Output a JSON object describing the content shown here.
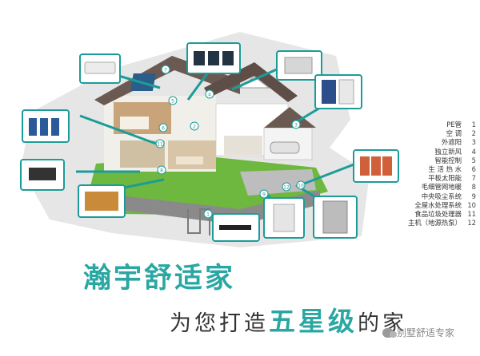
{
  "legend": [
    {
      "label": "PE管",
      "num": "1"
    },
    {
      "label": "空 调",
      "num": "2"
    },
    {
      "label": "外遮阳",
      "num": "3"
    },
    {
      "label": "独立新风",
      "num": "4"
    },
    {
      "label": "智能控制",
      "num": "5"
    },
    {
      "label": "生 活 热 水",
      "num": "6"
    },
    {
      "label": "平板太阳能",
      "num": "7"
    },
    {
      "label": "毛细管网地暖",
      "num": "8"
    },
    {
      "label": "中央吸尘系统",
      "num": "9"
    },
    {
      "label": "全屋水处理系统",
      "num": "10"
    },
    {
      "label": "食品垃圾处理器",
      "num": "11"
    },
    {
      "label": "主机（地源热泵）",
      "num": "12"
    }
  ],
  "brand": "瀚宇舒适家",
  "slogan": {
    "pre": "为您打造",
    "highlight": "五星级",
    "post": "的家"
  },
  "watermark": "别墅舒适专家",
  "markers": [
    "1",
    "2",
    "3",
    "4",
    "5",
    "6",
    "7",
    "8",
    "9",
    "10",
    "11",
    "12"
  ],
  "colors": {
    "teal": "#2aa7a2",
    "callout": "#1c9c98",
    "roof": "#6b5a52",
    "wall": "#f1efe9",
    "lawn": "#6fb83f"
  }
}
